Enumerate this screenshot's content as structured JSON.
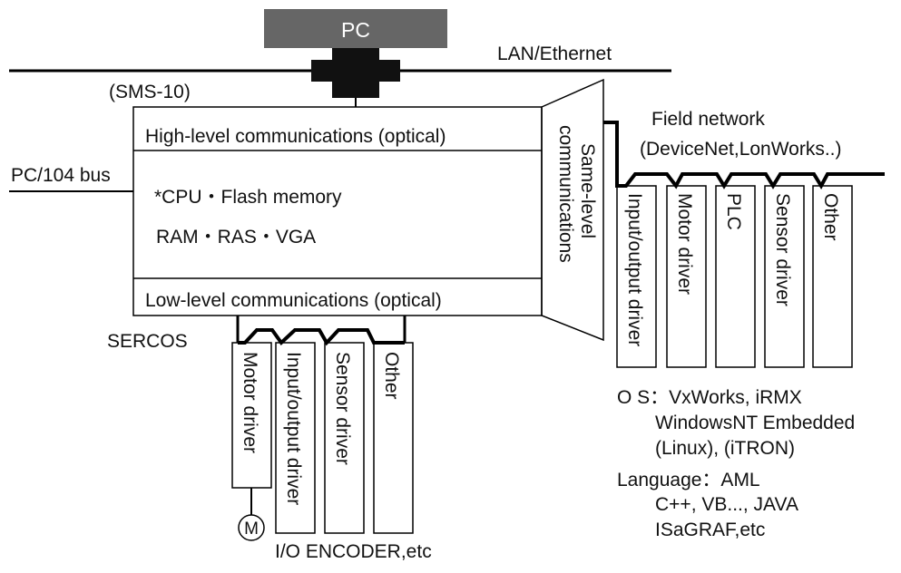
{
  "pc": {
    "label": "PC"
  },
  "lan": {
    "label": "LAN/Ethernet"
  },
  "sms": {
    "label": "(SMS-10)"
  },
  "pc104": {
    "label": "PC/104 bus"
  },
  "controller": {
    "high_level": "High-level communications (optical)",
    "cpu_line": "*CPU・Flash memory",
    "ram_line": "RAM・RAS・VGA",
    "low_level": "Low-level communications (optical)",
    "same_level_1": "Same-level",
    "same_level_2": "communications"
  },
  "field_network": {
    "line1": "Field network",
    "line2": "(DeviceNet,LonWorks..)",
    "modules": [
      "Input/output driver",
      "Motor driver",
      "PLC",
      "Sensor driver",
      "Other"
    ]
  },
  "sercos": {
    "label": "SERCOS",
    "modules": [
      "Motor driver",
      "Input/output driver",
      "Sensor driver",
      "Other"
    ],
    "motor_symbol": "M",
    "io_label": "I/O ENCODER,etc"
  },
  "os": {
    "line1": "O S：VxWorks, iRMX",
    "line2": "WindowsNT Embedded",
    "line3": "(Linux), (iTRON)"
  },
  "language": {
    "line1": "Language：AML",
    "line2": "C++, VB..., JAVA",
    "line3": "ISaGRAF,etc"
  },
  "colors": {
    "pc_box": "#666666",
    "stroke": "#000000",
    "background": "#ffffff"
  }
}
